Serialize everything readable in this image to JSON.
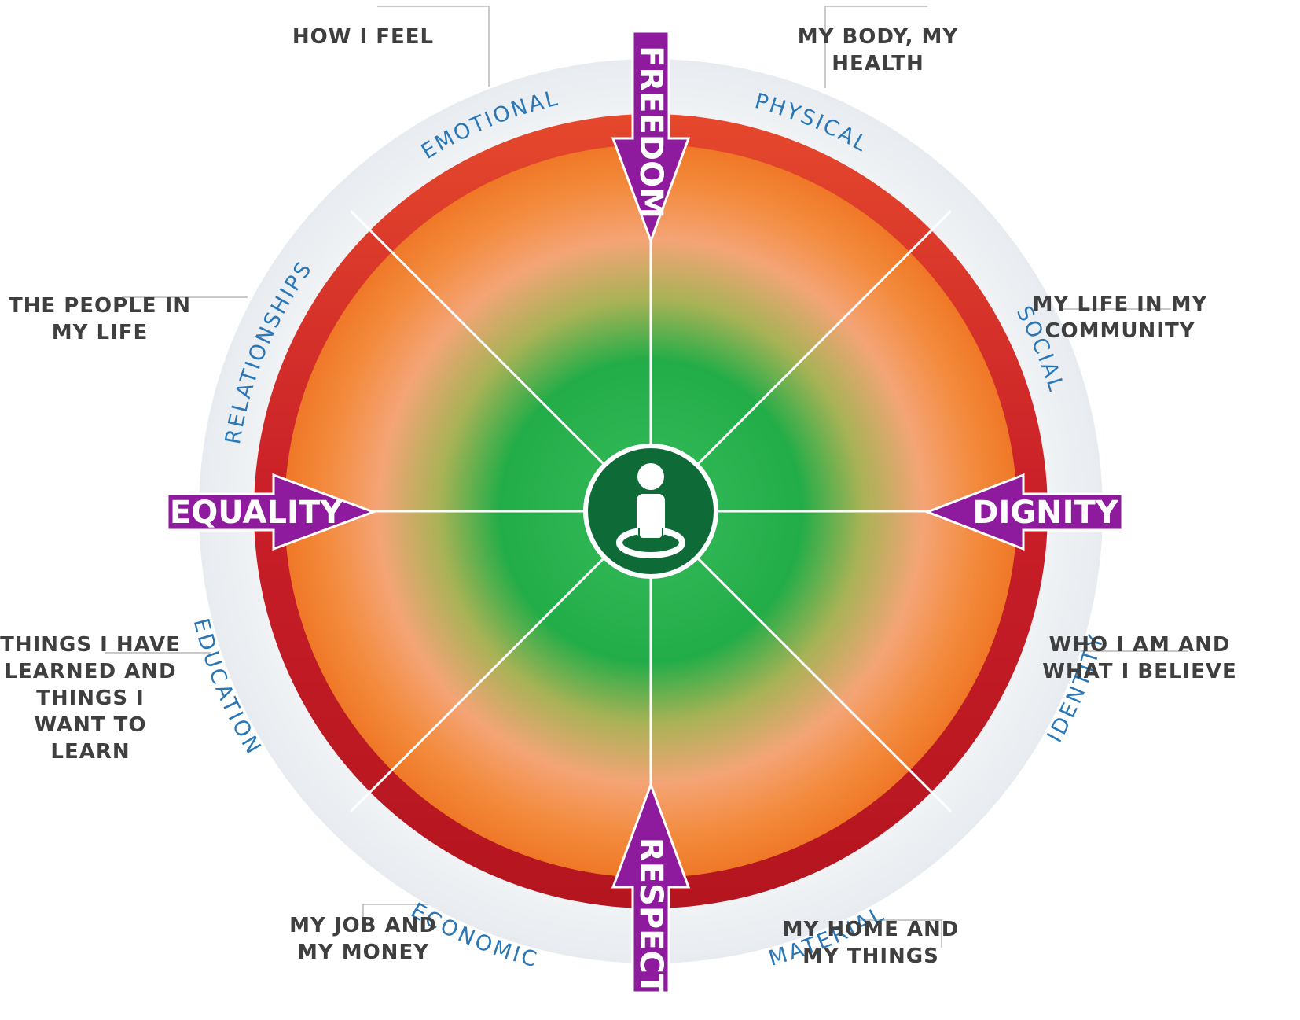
{
  "segments": [
    {
      "label": "EMOTIONAL",
      "description": [
        "HOW I FEEL"
      ]
    },
    {
      "label": "PHYSICAL",
      "description": [
        "MY BODY, MY",
        "HEALTH"
      ]
    },
    {
      "label": "SOCIAL",
      "description": [
        "MY LIFE IN MY",
        "COMMUNITY"
      ]
    },
    {
      "label": "IDENTITY",
      "description": [
        "WHO I AM AND",
        "WHAT I BELIEVE"
      ]
    },
    {
      "label": "MATERIAL",
      "description": [
        "MY HOME AND",
        "MY THINGS"
      ]
    },
    {
      "label": "ECONOMIC",
      "description": [
        "MY JOB AND",
        "MY MONEY"
      ]
    },
    {
      "label": "EDUCATION",
      "description": [
        "THINGS I HAVE",
        "LEARNED AND",
        "THINGS I",
        "WANT TO",
        "LEARN"
      ]
    },
    {
      "label": "RELATIONSHIPS",
      "description": [
        "THE PEOPLE IN",
        "MY LIFE"
      ]
    }
  ],
  "values": {
    "top": "FREEDOM",
    "right": "DIGNITY",
    "bottom": "RESPECT",
    "left": "EQUALITY"
  },
  "center_icon": "person-centered-icon",
  "colors": {
    "ring_label": "#2a77b8",
    "outer_text": "#3f3f3f",
    "red_ring": "#c8202a",
    "orange": "#f07a22",
    "green": "#1db14b",
    "center_disc": "#0e6b38",
    "value_arrow": "#8e1a9e"
  }
}
